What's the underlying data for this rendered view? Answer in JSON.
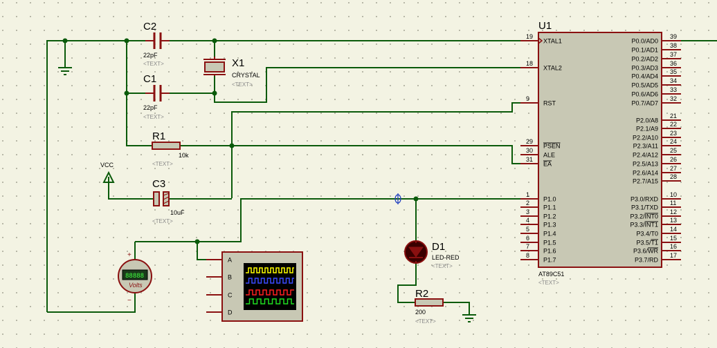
{
  "mcu": {
    "designator": "U1",
    "part": "AT89C51",
    "text_placeholder": "<TEXT>",
    "left_pins": [
      {
        "num": "19",
        "name": "XTAL1"
      },
      {
        "num": "18",
        "name": "XTAL2"
      },
      {
        "num": "9",
        "name": "RST"
      },
      {
        "num": "29",
        "name": "PSEN"
      },
      {
        "num": "30",
        "name": "ALE"
      },
      {
        "num": "31",
        "name": "EA"
      },
      {
        "num": "1",
        "name": "P1.0"
      },
      {
        "num": "2",
        "name": "P1.1"
      },
      {
        "num": "3",
        "name": "P1.2"
      },
      {
        "num": "4",
        "name": "P1.3"
      },
      {
        "num": "5",
        "name": "P1.4"
      },
      {
        "num": "6",
        "name": "P1.5"
      },
      {
        "num": "7",
        "name": "P1.6"
      },
      {
        "num": "8",
        "name": "P1.7"
      }
    ],
    "right_pins": [
      {
        "num": "39",
        "name": "P0.0/AD0"
      },
      {
        "num": "38",
        "name": "P0.1/AD1"
      },
      {
        "num": "37",
        "name": "P0.2/AD2"
      },
      {
        "num": "36",
        "name": "P0.3/AD3"
      },
      {
        "num": "35",
        "name": "P0.4/AD4"
      },
      {
        "num": "34",
        "name": "P0.5/AD5"
      },
      {
        "num": "33",
        "name": "P0.6/AD6"
      },
      {
        "num": "32",
        "name": "P0.7/AD7"
      },
      {
        "num": "21",
        "name": "P2.0/A8"
      },
      {
        "num": "22",
        "name": "P2.1/A9"
      },
      {
        "num": "23",
        "name": "P2.2/A10"
      },
      {
        "num": "24",
        "name": "P2.3/A11"
      },
      {
        "num": "25",
        "name": "P2.4/A12"
      },
      {
        "num": "26",
        "name": "P2.5/A13"
      },
      {
        "num": "27",
        "name": "P2.6/A14"
      },
      {
        "num": "28",
        "name": "P2.7/A15"
      },
      {
        "num": "10",
        "name": "P3.0/RXD"
      },
      {
        "num": "11",
        "name": "P3.1/TXD"
      },
      {
        "num": "12",
        "name": "P3.2/INT0"
      },
      {
        "num": "13",
        "name": "P3.3/INT1"
      },
      {
        "num": "14",
        "name": "P3.4/T0"
      },
      {
        "num": "15",
        "name": "P3.5/T1"
      },
      {
        "num": "16",
        "name": "P3.6/WR"
      },
      {
        "num": "17",
        "name": "P3.7/RD"
      }
    ]
  },
  "components": {
    "c2": {
      "ref": "C2",
      "value": "22pF",
      "text": "<TEXT>"
    },
    "c1": {
      "ref": "C1",
      "value": "22pF",
      "text": "<TEXT>"
    },
    "x1": {
      "ref": "X1",
      "value": "CRYSTAL",
      "text": "<TEXT>"
    },
    "r1": {
      "ref": "R1",
      "value": "10k",
      "text": "<TEXT>"
    },
    "c3": {
      "ref": "C3",
      "value": "10uF",
      "text": "<TEXT>"
    },
    "d1": {
      "ref": "D1",
      "value": "LED-RED",
      "text": "<TEXT>"
    },
    "r2": {
      "ref": "R2",
      "value": "200",
      "text": "<TEXT>"
    },
    "vcc": {
      "label": "VCC"
    }
  },
  "voltmeter": {
    "display": "88888",
    "label": "Volts",
    "plus": "+",
    "minus": "−"
  },
  "oscilloscope": {
    "channels": [
      "A",
      "B",
      "C",
      "D"
    ],
    "trace_colors": [
      "#ffff00",
      "#3a4bff",
      "#ff2020",
      "#20e020"
    ]
  },
  "colors": {
    "wire": "#0a5a0a",
    "component": "#8a1010",
    "body": "#c8c8b4",
    "text": "#000000",
    "hint": "#888888"
  }
}
